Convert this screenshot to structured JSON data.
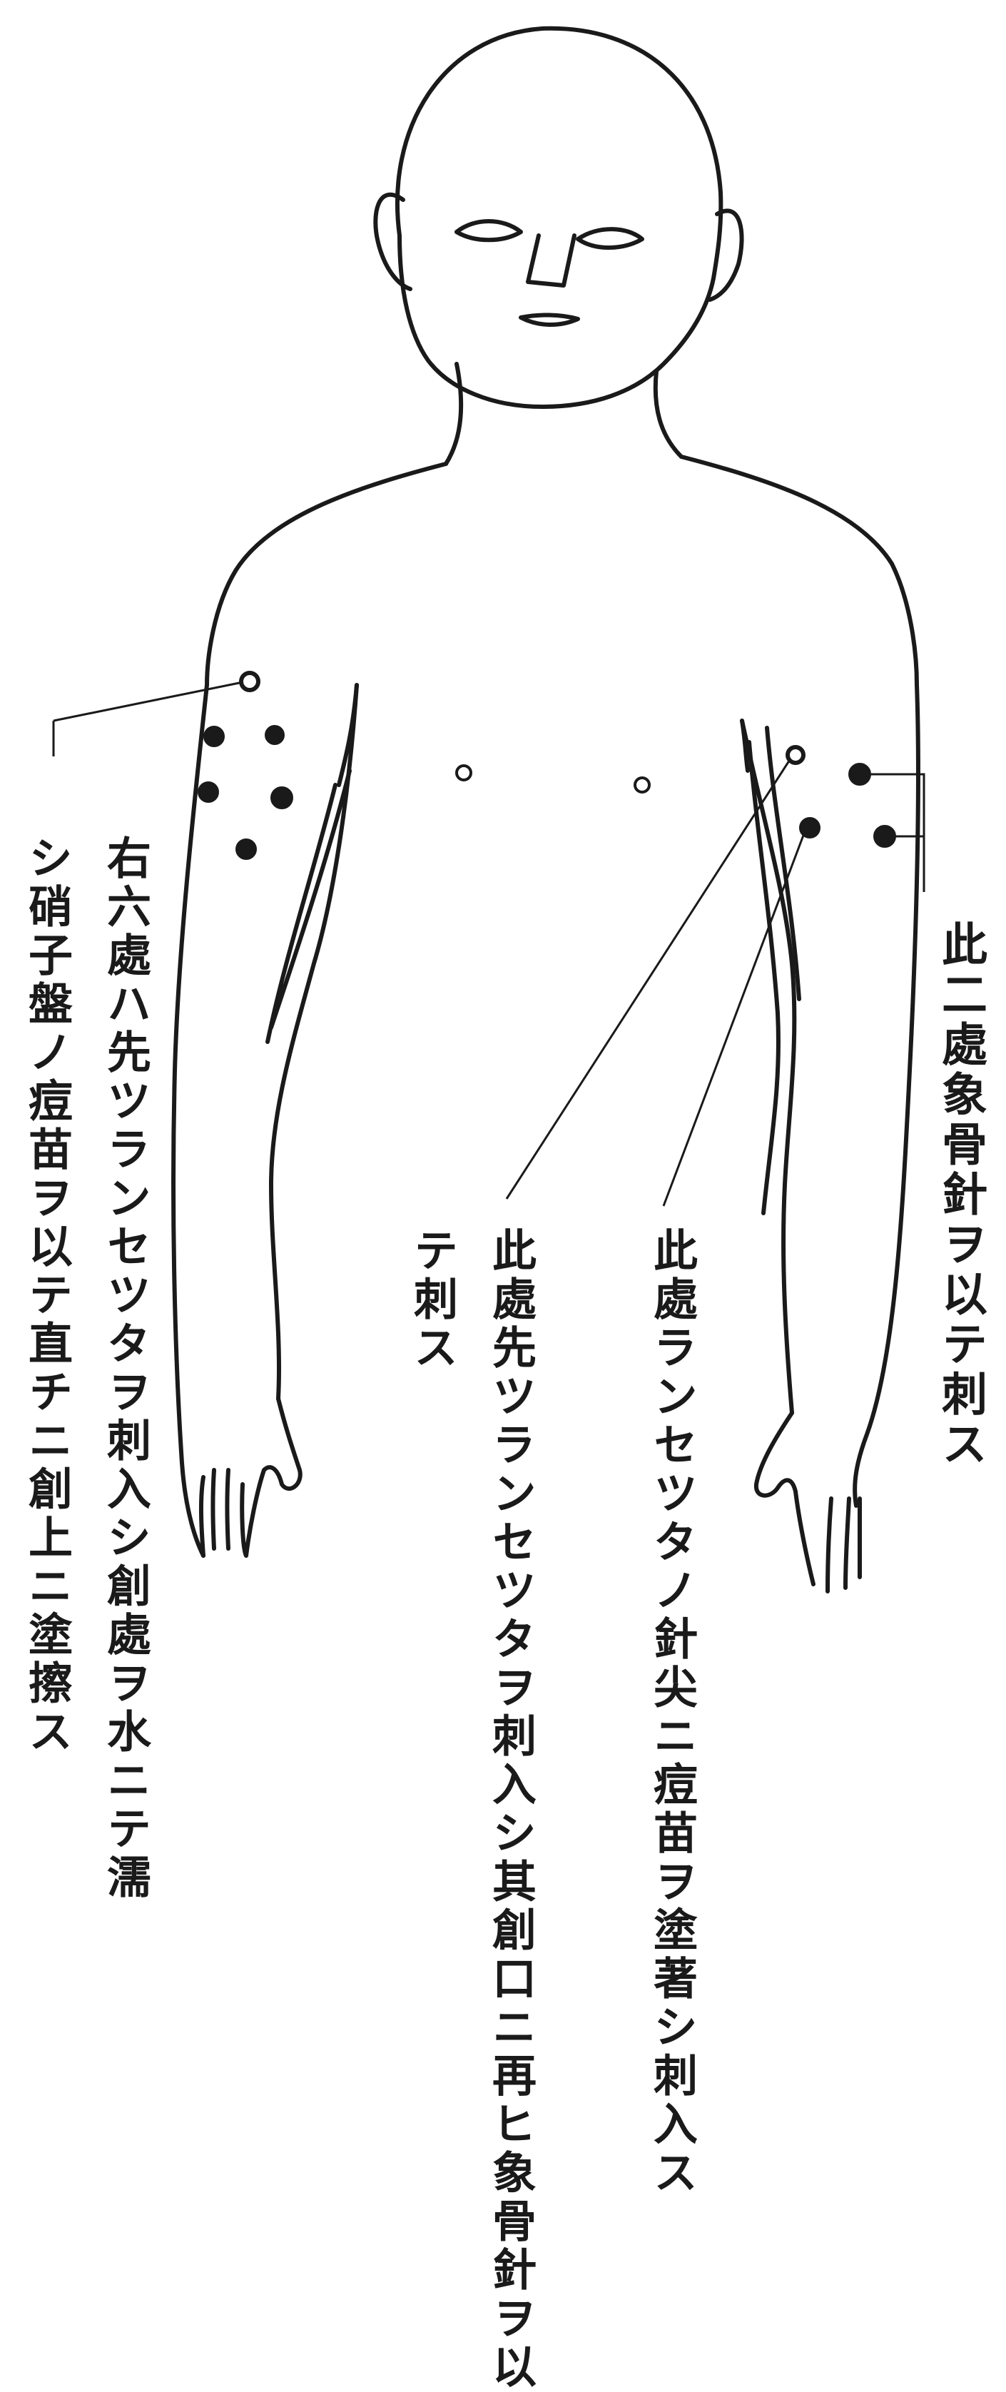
{
  "captions": {
    "two_points": "此二處象骨針ヲ以テ刺ス",
    "this_point_line1": "此處ランセツタノ針尖ニ痘苗ヲ塗著シ刺入ス",
    "this_point_first_line1": "此處先ツランセツタヲ刺入シ其創口ニ再ヒ象骨針ヲ以",
    "this_point_first_line2": "テ刺ス",
    "right_six_line1": "右六處ハ先ツランセツタヲ刺入シ創處ヲ水ニテ濡",
    "right_six_line2": "シ硝子盤ノ痘苗ヲ以テ直チニ創上ニ塗擦ス"
  },
  "colors": {
    "ink": "#1a1a1a",
    "paper": "#ffffff"
  }
}
